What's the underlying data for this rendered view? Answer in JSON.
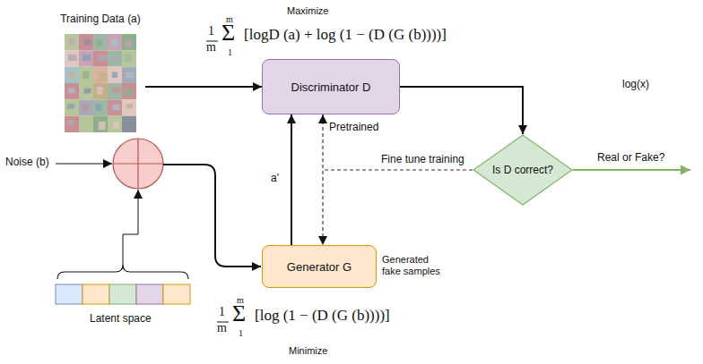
{
  "diagram": {
    "nodes": [
      {
        "text": [
          "Training Data (a)"
        ]
      },
      {
        "text": [
          "Discriminator D"
        ]
      },
      {
        "text": [
          "Is D correct?"
        ]
      },
      {
        "text": [
          "Generator G"
        ]
      }
    ],
    "edges": [
      {
        "from": 0,
        "to": 1,
        "arrow": "to"
      },
      {
        "from": 3,
        "to": 1,
        "label": "a'",
        "arrow": "to"
      },
      {
        "from": 1,
        "to": 3,
        "label": "Pretrained",
        "arrow": "both"
      },
      {
        "from": 1,
        "to": 2,
        "arrow": "to"
      }
    ],
    "labels": [
      "Maximize",
      "1",
      "m",
      "m",
      "Σ",
      "1",
      "[logD (a) + log (1 − (D (G (b))))]",
      "log(x)",
      "Fine tune training",
      "Real or Fake?",
      "Noise (b)",
      "Generated fake samples",
      "Latent space",
      "1",
      "m",
      "m",
      "Σ",
      "1",
      "[log (1 − (D (G (b))))]",
      "Minimize"
    ]
  }
}
